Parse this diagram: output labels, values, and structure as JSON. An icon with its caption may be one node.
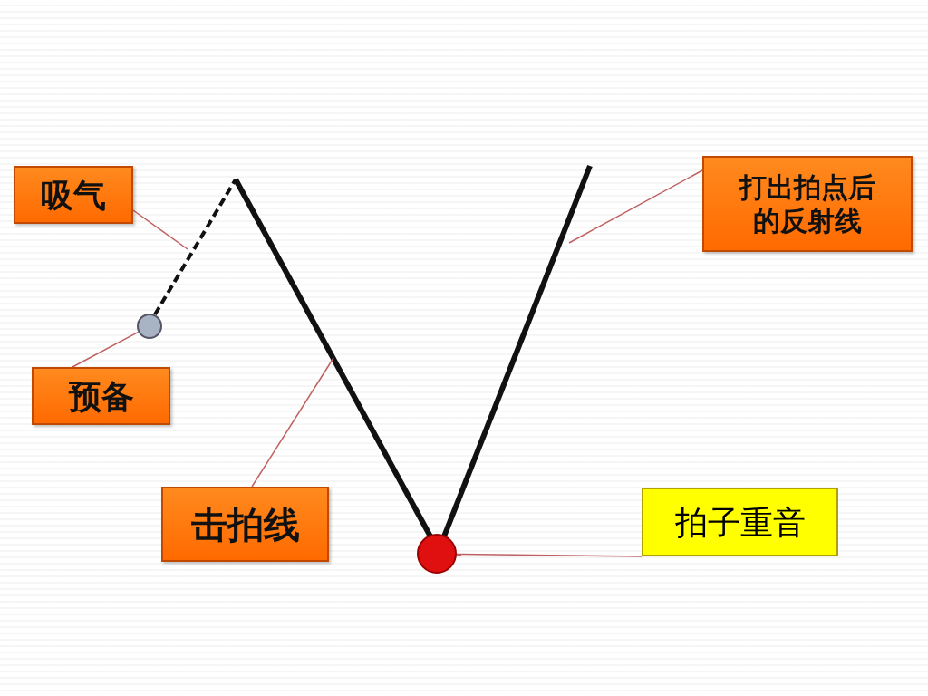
{
  "diagram": {
    "nodes": [
      {
        "text": [
          "吸气"
        ]
      },
      {
        "text": [
          "预备"
        ]
      },
      {
        "text": [],
        "shape": "circle"
      },
      {
        "text": [
          "打出拍点后的反射线"
        ]
      },
      {
        "text": [
          "击拍线"
        ]
      },
      {
        "text": [],
        "shape": "circle"
      },
      {
        "text": [
          "拍子重音"
        ]
      }
    ],
    "edges": [
      {
        "from": 0,
        "to": null,
        "arrow": "none"
      },
      {
        "from": 1,
        "to": 2,
        "arrow": "none"
      },
      {
        "from": 3,
        "to": null,
        "arrow": "none"
      },
      {
        "from": 4,
        "to": null,
        "arrow": "none"
      },
      {
        "from": 6,
        "to": 5,
        "arrow": "none"
      }
    ]
  }
}
